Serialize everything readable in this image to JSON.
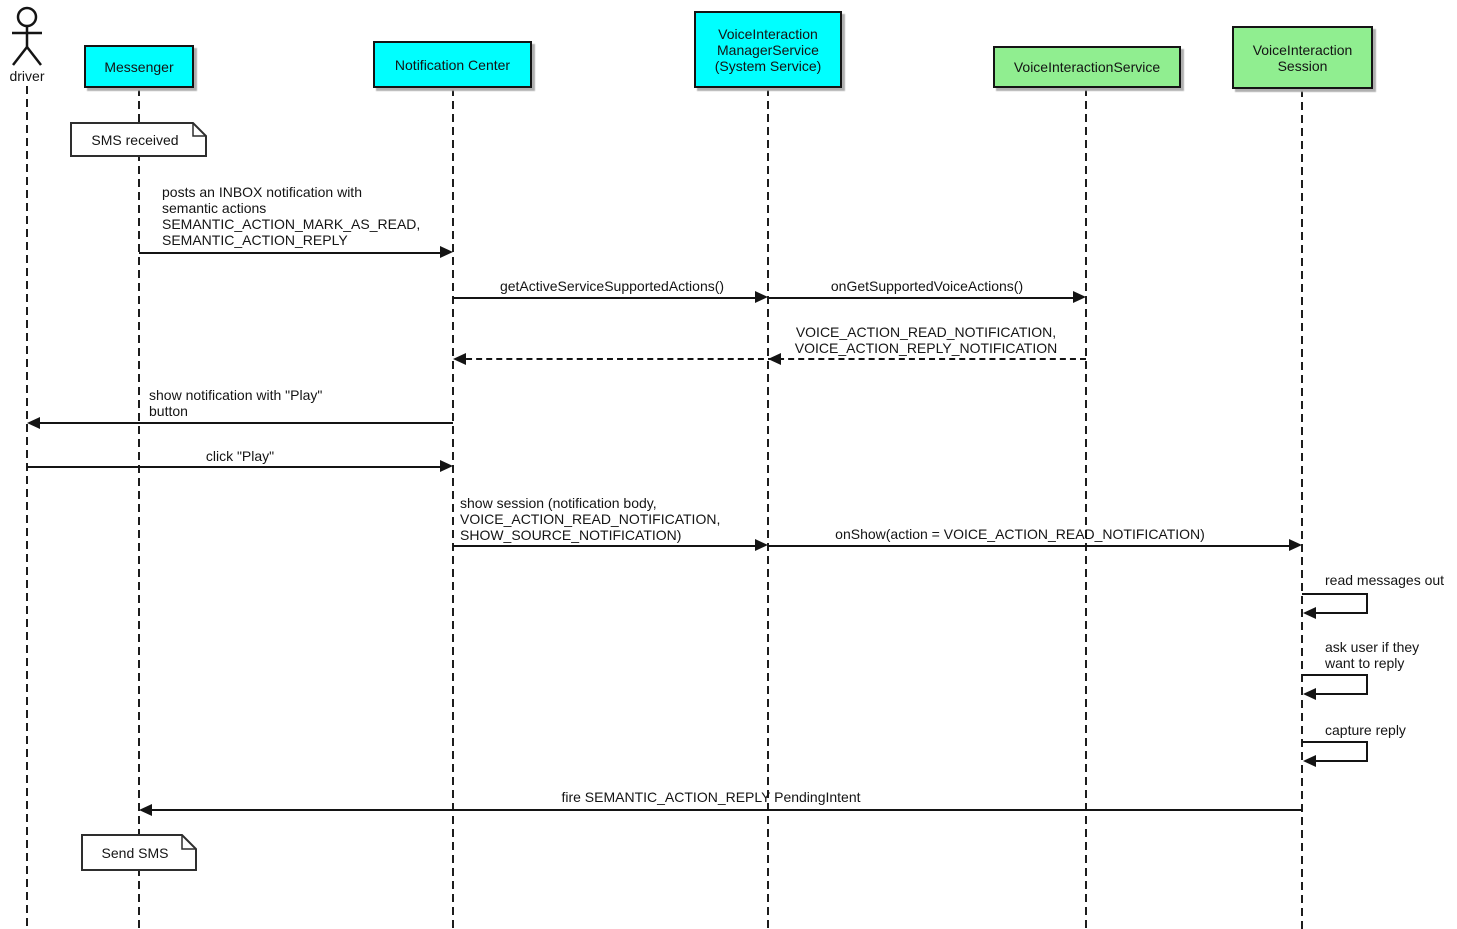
{
  "diagram_type": "uml-sequence-diagram",
  "actor": {
    "name": "driver"
  },
  "participants": [
    {
      "id": "messenger",
      "label": "Messenger",
      "color": "#00ffff"
    },
    {
      "id": "notification-center",
      "label": "Notification Center",
      "color": "#00ffff"
    },
    {
      "id": "voice-interaction-manager-service",
      "label": "VoiceInteraction\nManagerService\n(System Service)",
      "color": "#00ffff"
    },
    {
      "id": "voice-interaction-service",
      "label": "VoiceInteractionService",
      "color": "#90ee90"
    },
    {
      "id": "voice-interaction-session",
      "label": "VoiceInteraction\nSession",
      "color": "#90ee90"
    }
  ],
  "notes": [
    {
      "text": "SMS received",
      "attached_to": "Messenger"
    },
    {
      "text": "Send SMS",
      "attached_to": "Messenger"
    }
  ],
  "messages": [
    {
      "from": "Messenger",
      "to": "Notification Center",
      "style": "solid",
      "label": "posts an INBOX notification with\nsemantic actions\nSEMANTIC_ACTION_MARK_AS_READ,\nSEMANTIC_ACTION_REPLY"
    },
    {
      "from": "Notification Center",
      "to": "VoiceInteraction ManagerService",
      "style": "solid",
      "label": "getActiveServiceSupportedActions()"
    },
    {
      "from": "VoiceInteraction ManagerService",
      "to": "VoiceInteractionService",
      "style": "solid",
      "label": "onGetSupportedVoiceActions()"
    },
    {
      "from": "VoiceInteractionService",
      "to": "Notification Center",
      "style": "dashed-return",
      "label": "VOICE_ACTION_READ_NOTIFICATION,\nVOICE_ACTION_REPLY_NOTIFICATION"
    },
    {
      "from": "Notification Center",
      "to": "driver",
      "style": "solid",
      "label": "show notification with \"Play\"\nbutton"
    },
    {
      "from": "driver",
      "to": "Notification Center",
      "style": "solid",
      "label": "click \"Play\""
    },
    {
      "from": "Notification Center",
      "to": "VoiceInteraction ManagerService",
      "style": "solid",
      "label": "show session (notification body,\nVOICE_ACTION_READ_NOTIFICATION,\nSHOW_SOURCE_NOTIFICATION)"
    },
    {
      "from": "VoiceInteraction ManagerService",
      "to": "VoiceInteraction Session",
      "style": "solid",
      "label": "onShow(action = VOICE_ACTION_READ_NOTIFICATION)"
    },
    {
      "from": "VoiceInteraction Session",
      "to": "VoiceInteraction Session",
      "style": "self",
      "label": "read messages out"
    },
    {
      "from": "VoiceInteraction Session",
      "to": "VoiceInteraction Session",
      "style": "self",
      "label": "ask user if they\nwant to reply"
    },
    {
      "from": "VoiceInteraction Session",
      "to": "VoiceInteraction Session",
      "style": "self",
      "label": "capture reply"
    },
    {
      "from": "VoiceInteraction Session",
      "to": "Messenger",
      "style": "solid",
      "label": "fire SEMANTIC_ACTION_REPLY PendingIntent"
    }
  ],
  "colors": {
    "participant_cyan": "#00ffff",
    "participant_green": "#90ee90",
    "line": "#141414",
    "background": "#ffffff"
  }
}
